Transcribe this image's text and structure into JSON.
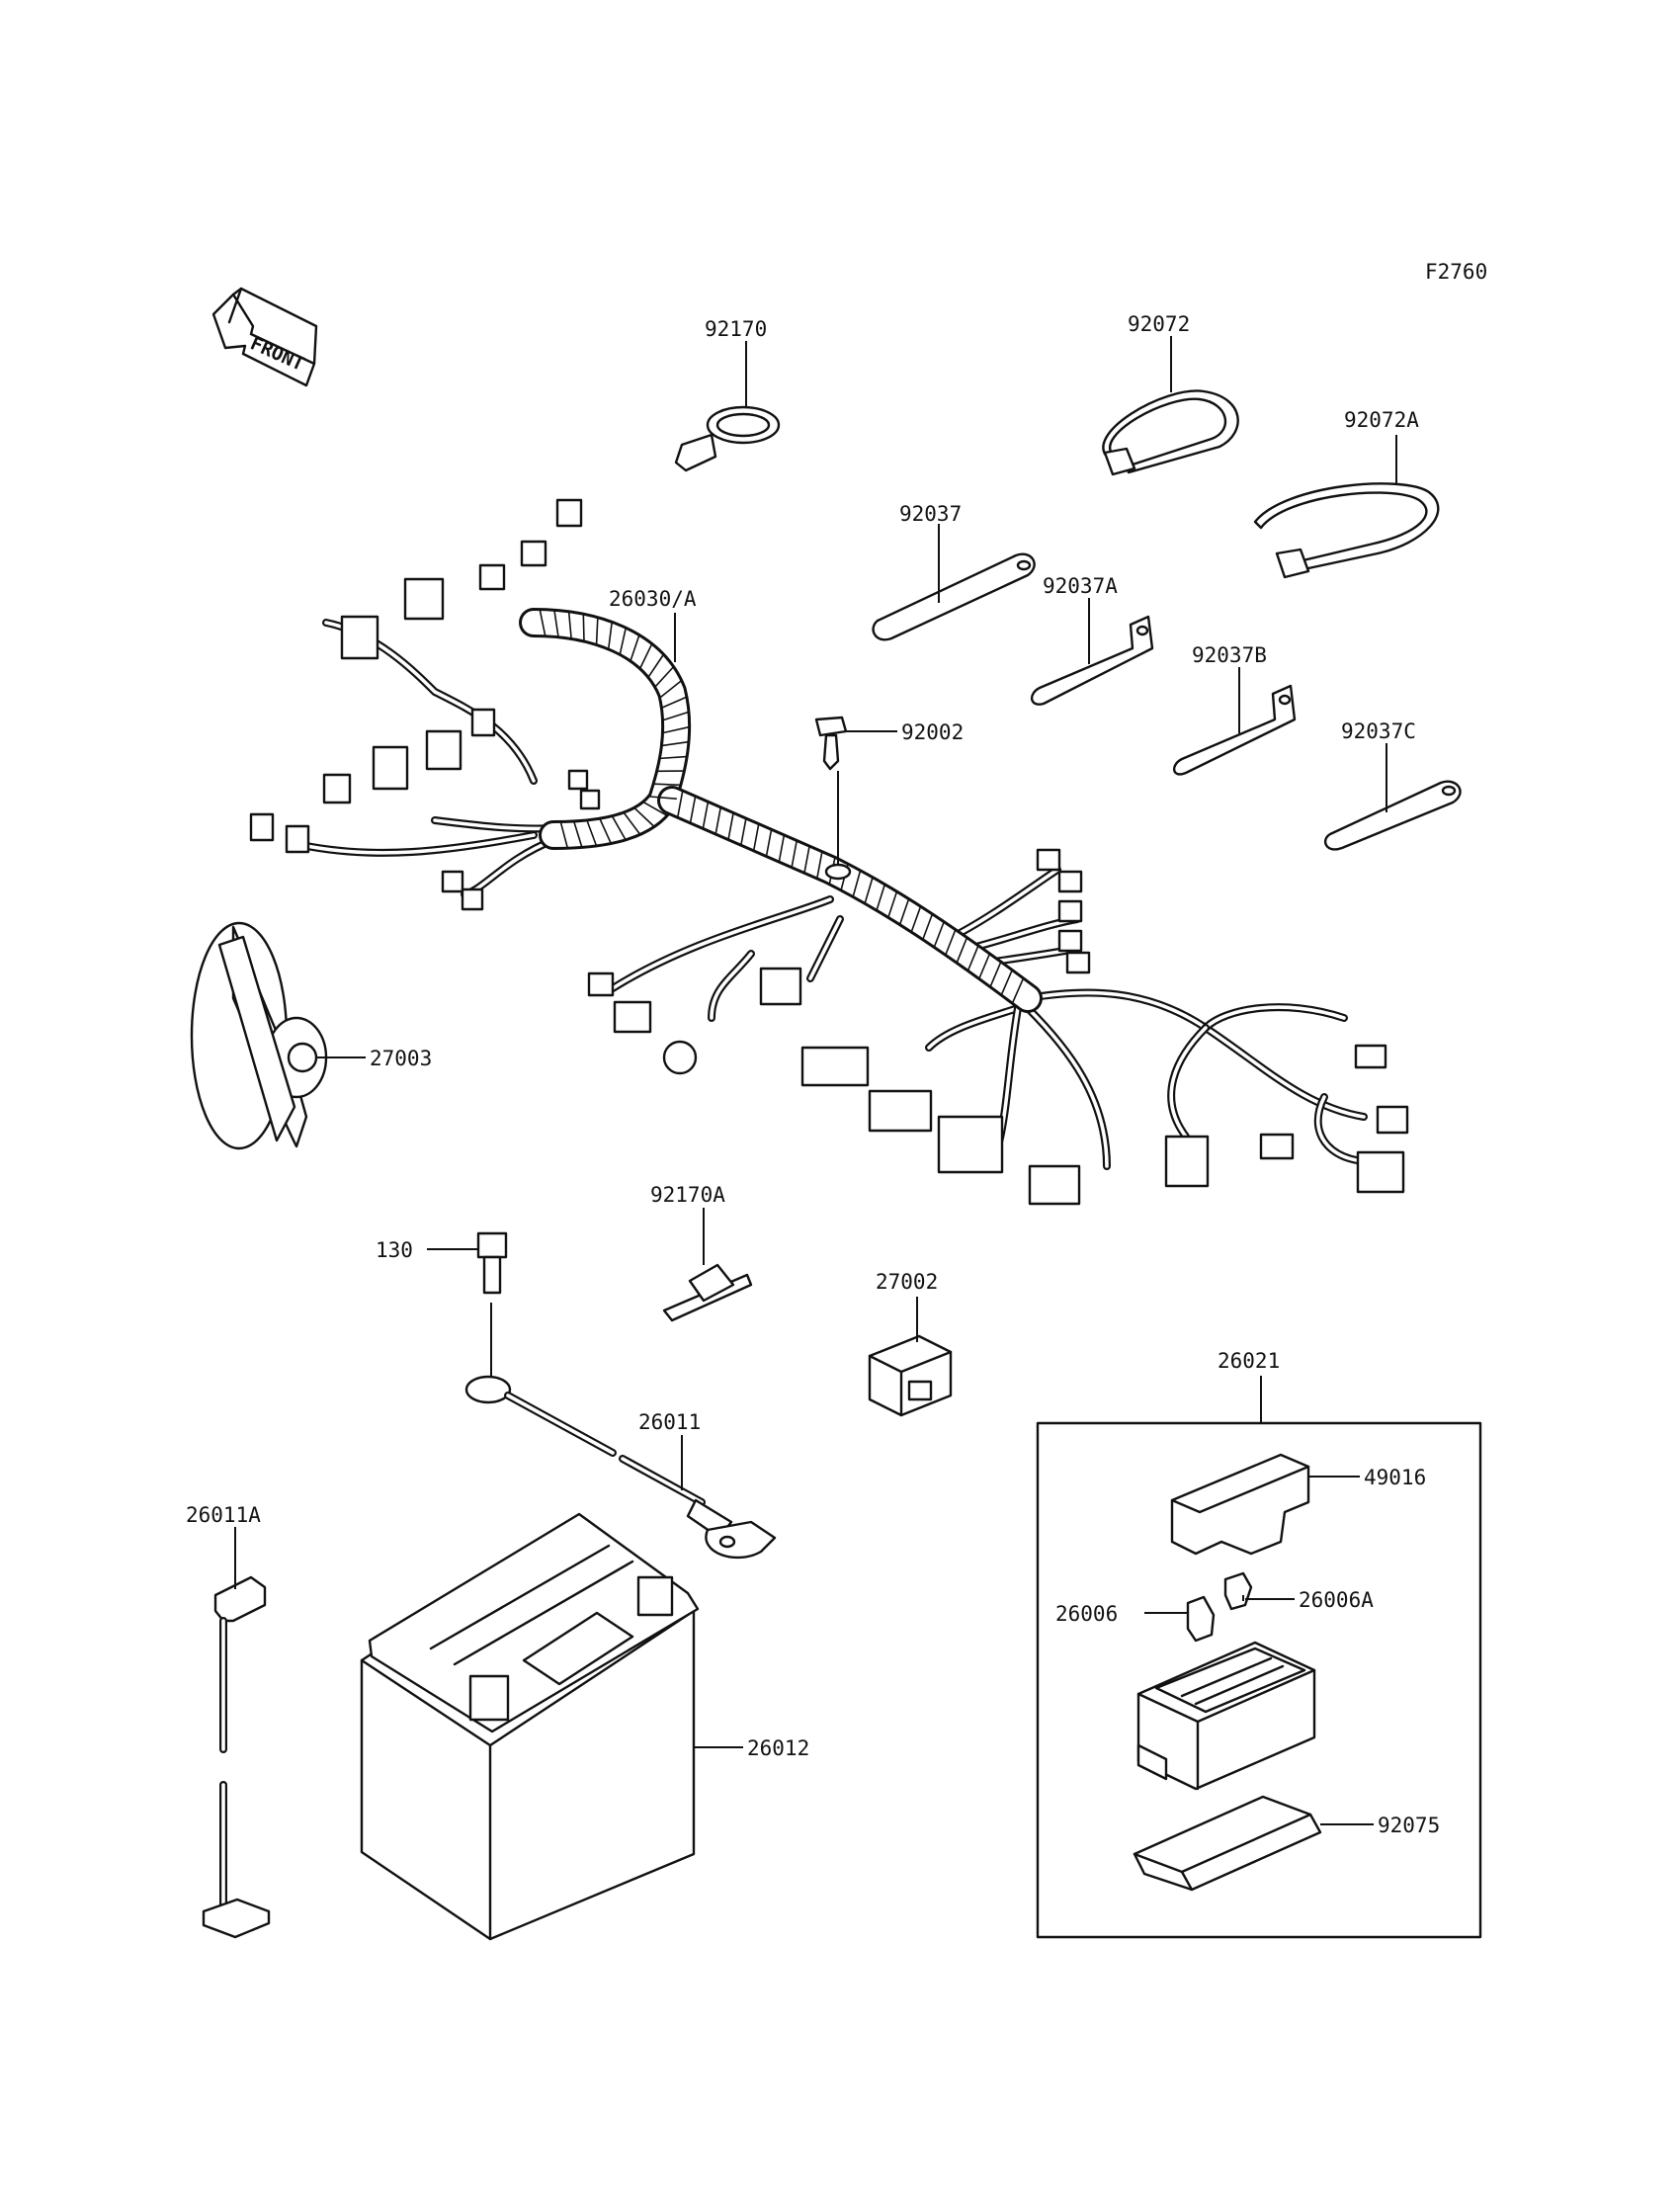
{
  "figure_code": "F2760",
  "direction_label": "FRONT",
  "parts": {
    "clamp": "92170",
    "clamp_a": "92170A",
    "band": "92072",
    "band_a": "92072A",
    "clamp_plate": "92037",
    "clamp_plate_a": "92037A",
    "clamp_plate_b": "92037B",
    "clamp_plate_c": "92037C",
    "main_harness": "26030/A",
    "bolt_harness": "92002",
    "horn": "27003",
    "bolt_battery": "130",
    "lead_battery": "26011",
    "lead_battery_a": "26011A",
    "battery": "26012",
    "relay": "27002",
    "junction_box": "26021",
    "jb_cover": "49016",
    "fuse": "26006",
    "fuse_a": "26006A",
    "jb_holder": "92075"
  }
}
